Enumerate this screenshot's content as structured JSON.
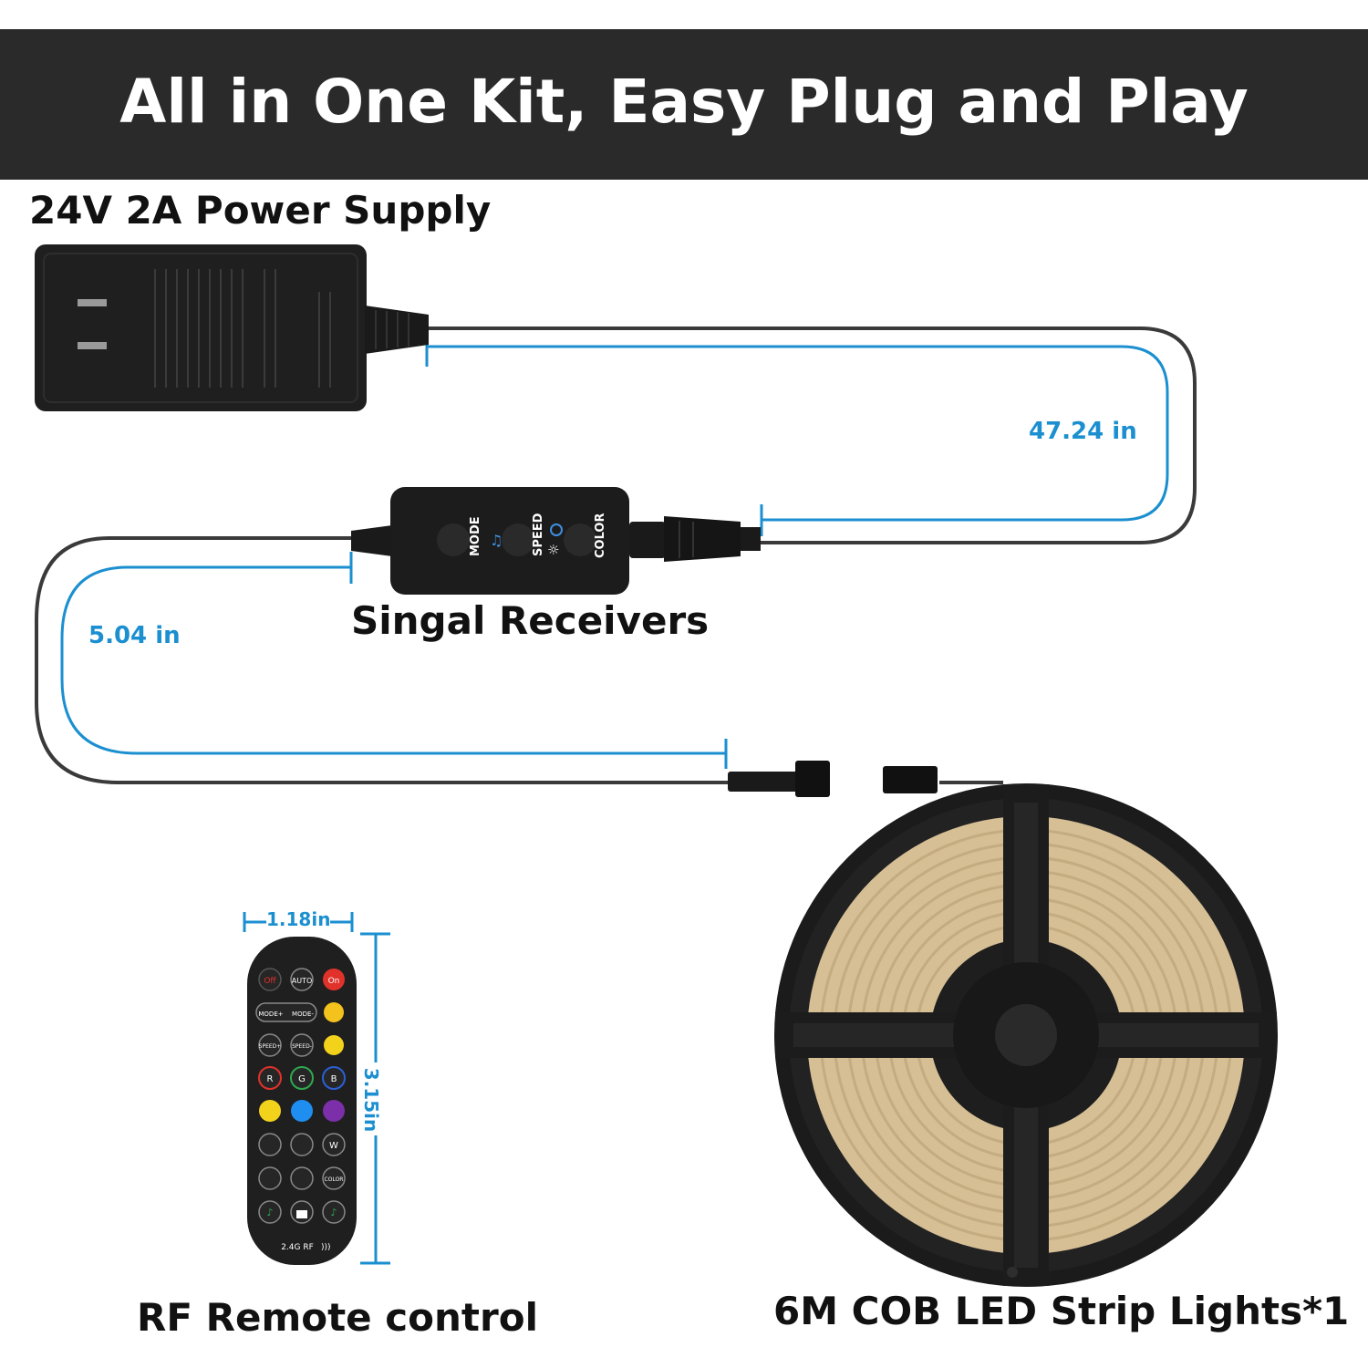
{
  "banner": {
    "title": "All in One Kit, Easy Plug and Play"
  },
  "labels": {
    "power_supply": "24V 2A Power Supply",
    "receiver": "Singal Receivers",
    "remote": "RF Remote control",
    "strip": "6M COB LED Strip Lights*1"
  },
  "dimensions": {
    "upper_cable": "47.24 in",
    "lower_cable": "5.04 in",
    "remote_width": "1.18in",
    "remote_height": "3.15in"
  },
  "receiver_buttons": {
    "mode": "MODE",
    "speed": "SPEED",
    "color": "COLOR"
  },
  "remote": {
    "row1": [
      "Off",
      "AUTO",
      "On"
    ],
    "row2": [
      "MODE+",
      "MODE-"
    ],
    "row3": [
      "SPEED+",
      "SPEED-"
    ],
    "row4": [
      "R",
      "G",
      "B"
    ],
    "row6": [
      "W"
    ],
    "row7": [
      "COLOR"
    ],
    "footer": "2.4G RF"
  },
  "colors": {
    "banner_bg": "#2b2a2b",
    "dimension_blue": "#1b8fd0",
    "device_black": "#1c1c1c",
    "remote_red": "#e0322b",
    "remote_green": "#2fa84f",
    "remote_blue": "#2b5fd6",
    "remote_yellow": "#f3d21c",
    "remote_sky": "#1e8ff0",
    "remote_purple": "#7b2fa8",
    "strip_tan": "#d9c29a"
  },
  "icons": [
    "power-plug-icon",
    "music-note-icon",
    "sun-icon",
    "lock-icon",
    "signal-icon"
  ]
}
